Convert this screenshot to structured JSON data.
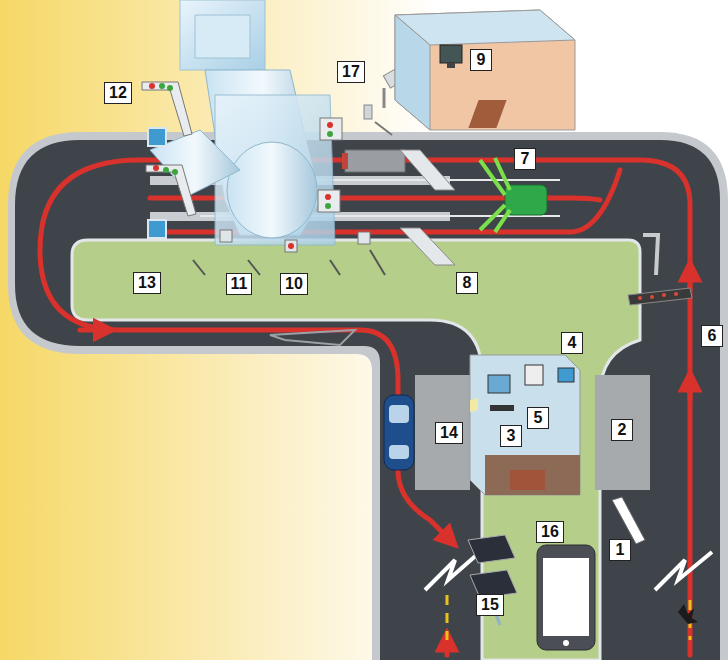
{
  "diagram": {
    "labels": [
      "9",
      "17",
      "12",
      "7",
      "13",
      "11",
      "10",
      "8",
      "6",
      "4",
      "5",
      "14",
      "3",
      "2",
      "1",
      "16",
      "15"
    ]
  }
}
